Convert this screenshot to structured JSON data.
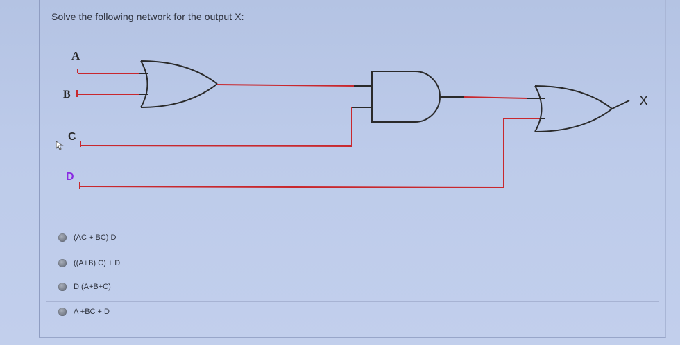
{
  "question": "Solve the following network for the output X:",
  "circuit": {
    "inputs": {
      "a": "A",
      "b": "B",
      "c": "C",
      "d": "D"
    },
    "output": "X",
    "gates": [
      "or-gate",
      "and-gate",
      "or-gate"
    ],
    "colors": {
      "wire_red": "#c8282e",
      "wire_dark": "#2a2a2a",
      "label_d": "#8a2be2"
    }
  },
  "options": [
    {
      "label": "(AC + BC) D"
    },
    {
      "label": "((A+B) C) + D"
    },
    {
      "label": "D (A+B+C)"
    },
    {
      "label": "A +BC + D"
    }
  ]
}
